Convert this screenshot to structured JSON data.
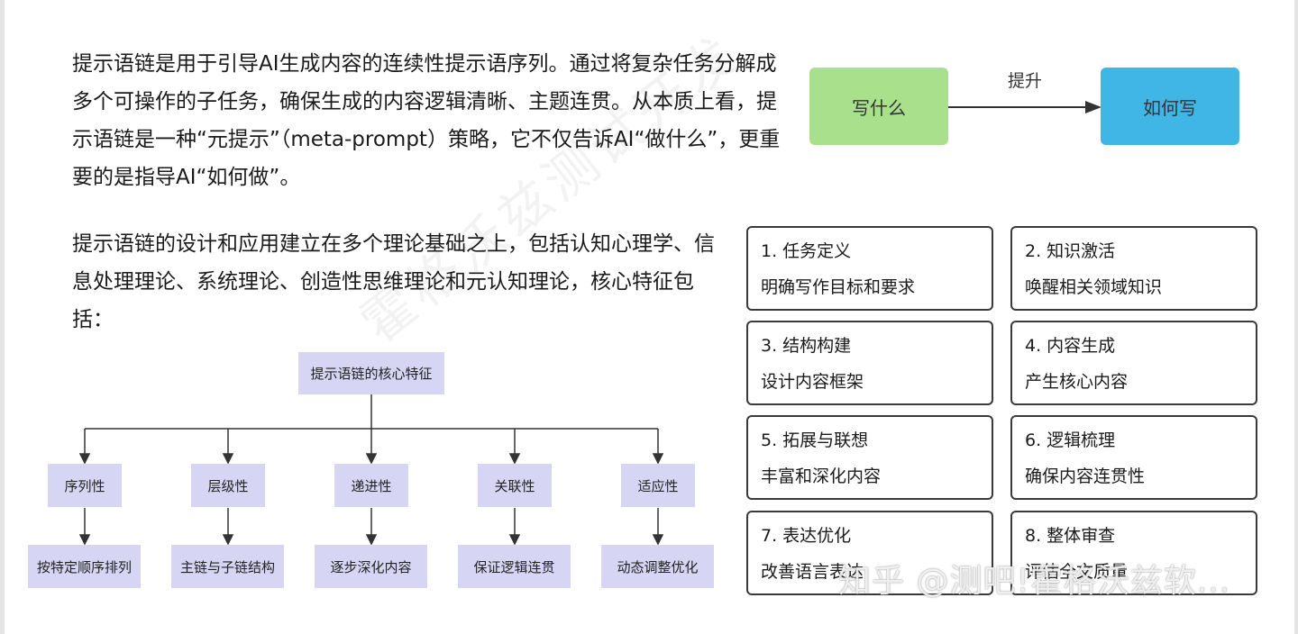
{
  "paragraphs": [
    "提示语链是用于引导AI生成内容的连续性提示语序列。通过将复杂任务分解成多个可操作的子任务，确保生成的内容逻辑清晰、主题连贯。从本质上看，提示语链是一种“元提示”（meta-prompt）策略，它不仅告诉AI“做什么”，更重要的是指导AI“如何做”。",
    "提示语链的设计和应用建立在多个理论基础之上，包括认知心理学、信息处理理论、系统理论、创造性思维理论和元认知理论，核心特征包括："
  ],
  "flow": {
    "from": "写什么",
    "label": "提升",
    "to": "如何写",
    "colors": {
      "from": "#a9e08c",
      "to": "#40b6e6"
    }
  },
  "steps": [
    {
      "title": "1. 任务定义",
      "desc": "明确写作目标和要求"
    },
    {
      "title": "2. 知识激活",
      "desc": "唤醒相关领域知识"
    },
    {
      "title": "3. 结构构建",
      "desc": "设计内容框架"
    },
    {
      "title": "4. 内容生成",
      "desc": "产生核心内容"
    },
    {
      "title": "5. 拓展与联想",
      "desc": "丰富和深化内容"
    },
    {
      "title": "6. 逻辑梳理",
      "desc": "确保内容连贯性"
    },
    {
      "title": "7. 表达优化",
      "desc": "改善语言表达"
    },
    {
      "title": "8. 整体审查",
      "desc": "评估全文质量"
    }
  ],
  "tree": {
    "root": "提示语链的核心特征",
    "features": [
      {
        "name": "序列性",
        "detail": "按特定顺序排列"
      },
      {
        "name": "层级性",
        "detail": "主链与子链结构"
      },
      {
        "name": "递进性",
        "detail": "逐步深化内容"
      },
      {
        "name": "关联性",
        "detail": "保证逻辑连贯"
      },
      {
        "name": "适应性",
        "detail": "动态调整优化"
      }
    ],
    "node_color": "#d6d6f4"
  },
  "watermarks": {
    "diagonal": "霍格沃兹测试开发",
    "bottom": "知乎 @测吧!霍格沃兹软..."
  }
}
